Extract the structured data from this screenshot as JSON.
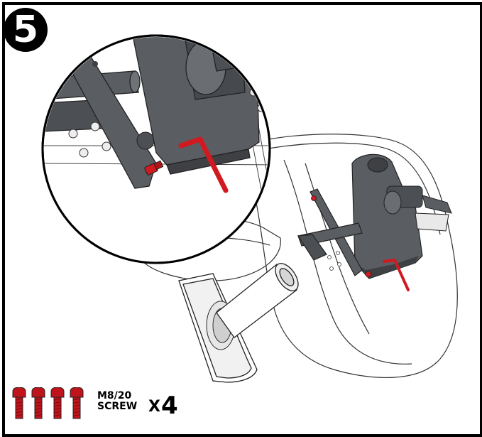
{
  "step": {
    "number": "5"
  },
  "parts": {
    "name_line1": "M8/20",
    "name_line2": "SCREW",
    "qty_prefix": "X",
    "qty": "4",
    "screw_count": 4,
    "screw_color": "#c0141c"
  },
  "colors": {
    "bracket": "#5a5d62",
    "bracket_dark": "#3e4044",
    "hex_key": "#d01a1f",
    "line": "#222222"
  }
}
